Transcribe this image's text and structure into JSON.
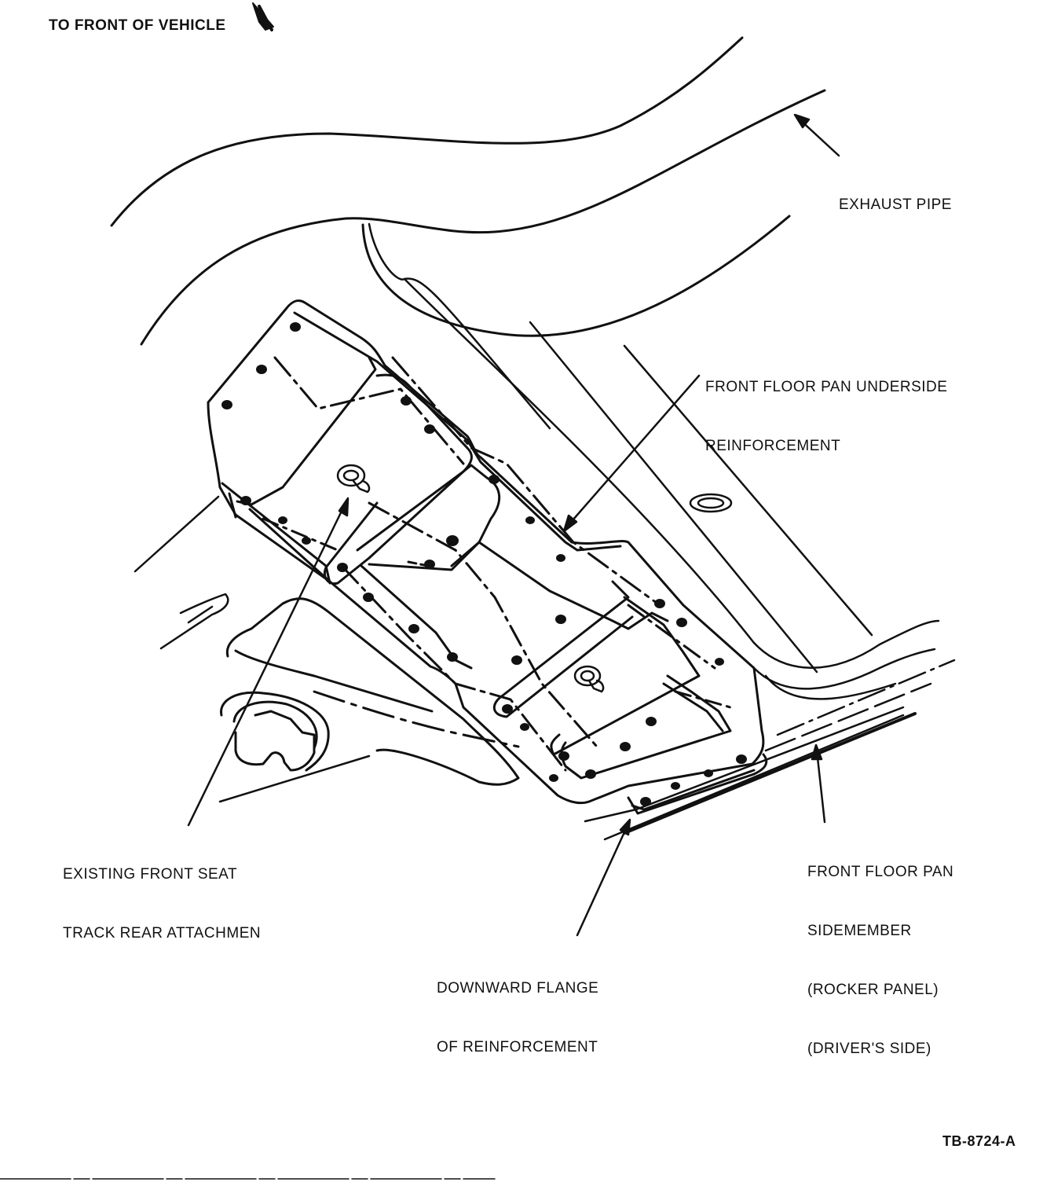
{
  "direction_label": "TO FRONT OF VEHICLE",
  "figure_id": "TB-8724-A",
  "callouts": {
    "exhaust_pipe": [
      "EXHAUST PIPE"
    ],
    "reinforcement": [
      "FRONT FLOOR PAN UNDERSIDE",
      "REINFORCEMENT"
    ],
    "seat_track": [
      "EXISTING FRONT SEAT",
      "TRACK REAR ATTACHMEN"
    ],
    "sidemember": [
      "FRONT FLOOR PAN",
      "SIDEMEMBER",
      "(ROCKER PANEL)",
      "(DRIVER'S SIDE)"
    ],
    "flange": [
      "DOWNWARD FLANGE",
      "OF REINFORCEMENT"
    ]
  }
}
